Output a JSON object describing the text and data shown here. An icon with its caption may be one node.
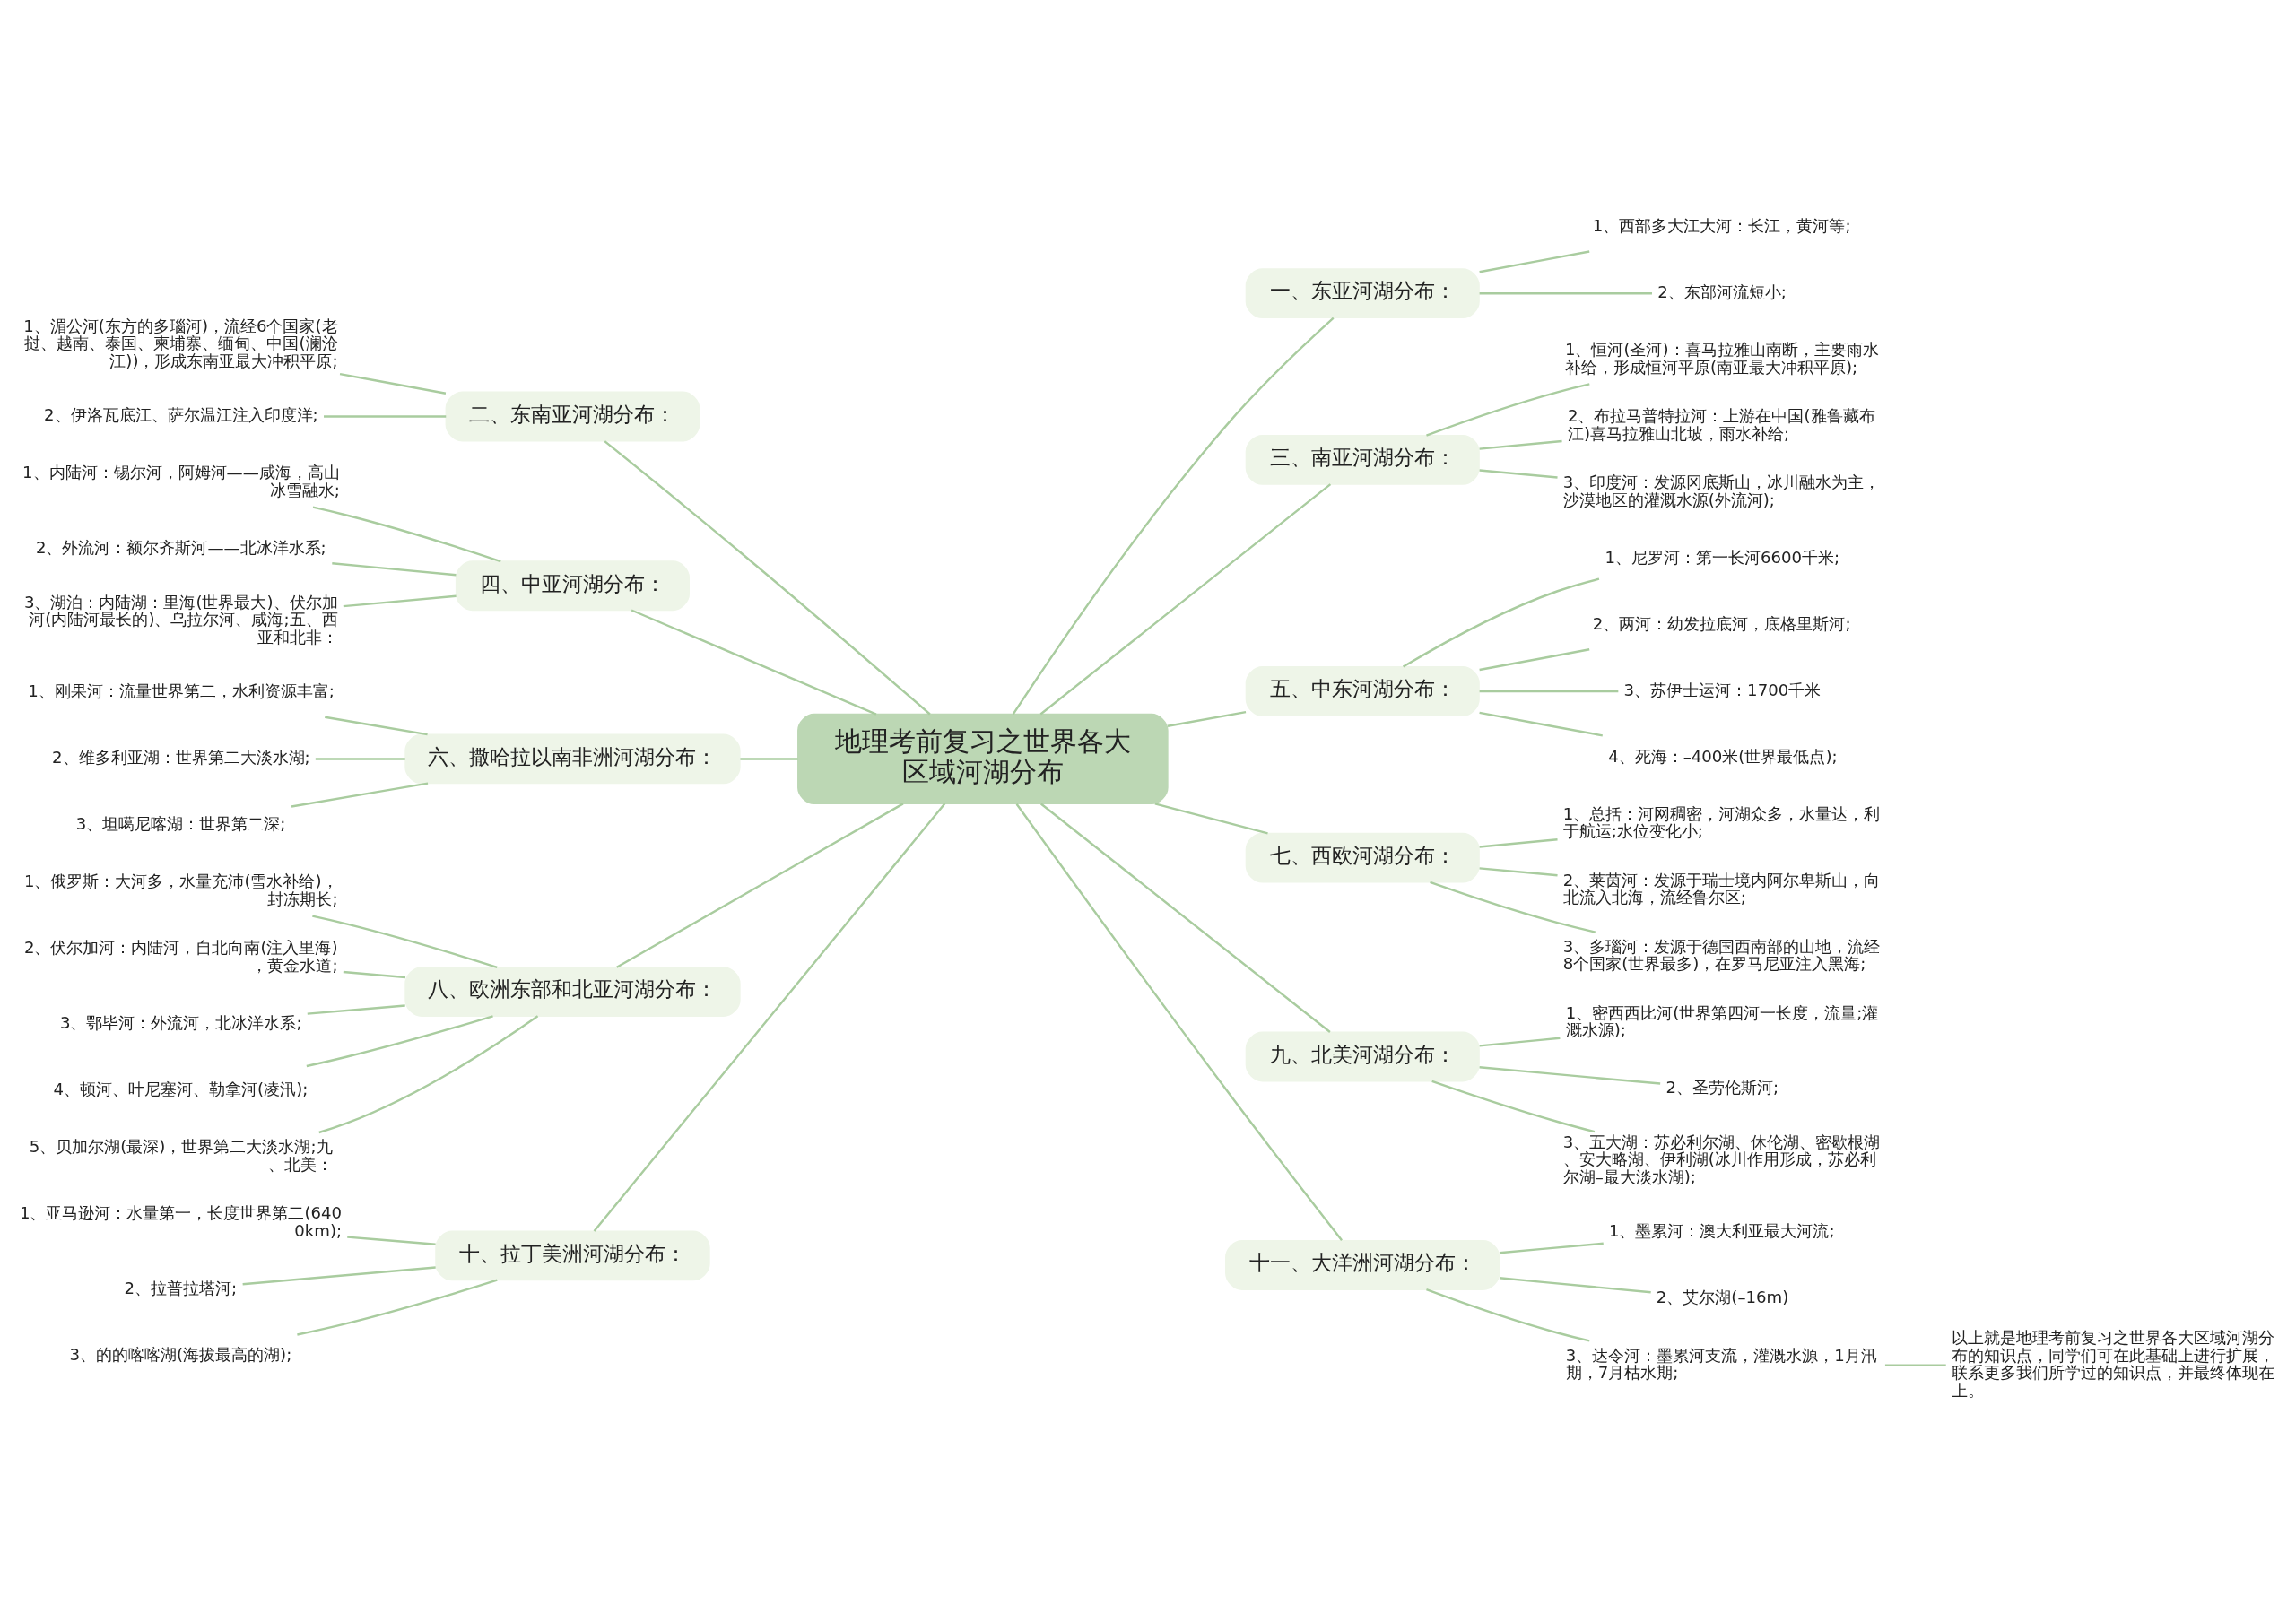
{
  "diagram": {
    "nodes": [
      {
        "text": [
          "地理考前复习之世界各大区域河湖分布"
        ]
      },
      {
        "text": [
          "一、东亚河湖分布："
        ]
      },
      {
        "text": [
          "1、西部多大江大河：长江，黄河等;"
        ]
      },
      {
        "text": [
          "2、东部河流短小;"
        ]
      },
      {
        "text": [
          "二、东南亚河湖分布："
        ]
      },
      {
        "text": [
          "1、湄公河(东方的多瑙河)，流经6个国家(老挝、越南、泰国、柬埔寨、缅甸、中国(澜沧江))，形成东南亚最大冲积平原;"
        ]
      },
      {
        "text": [
          "2、伊洛瓦底江、萨尔温江注入印度洋;"
        ]
      },
      {
        "text": [
          "三、南亚河湖分布："
        ]
      },
      {
        "text": [
          "1、恒河(圣河)：喜马拉雅山南断，主要雨水补给，形成恒河平原(南亚最大冲积平原);"
        ]
      },
      {
        "text": [
          "2、布拉马普特拉河：上游在中国(雅鲁藏布江)喜马拉雅山北坡，雨水补给;"
        ]
      },
      {
        "text": [
          "3、印度河：发源冈底斯山，冰川融水为主，沙漠地区的灌溉水源(外流河);"
        ]
      },
      {
        "text": [
          "四、中亚河湖分布："
        ]
      },
      {
        "text": [
          "1、内陆河：锡尔河，阿姆河——咸海，高山冰雪融水;"
        ]
      },
      {
        "text": [
          "2、外流河：额尔齐斯河——北冰洋水系;"
        ]
      },
      {
        "text": [
          "3、湖泊：内陆湖：里海(世界最大)、伏尔加河(内陆河最长的)、乌拉尔河、咸海;五、西亚和北非："
        ]
      },
      {
        "text": [
          "五、中东河湖分布："
        ]
      },
      {
        "text": [
          "1、尼罗河：第一长河6600千米;"
        ]
      },
      {
        "text": [
          "2、两河：幼发拉底河，底格里斯河;"
        ]
      },
      {
        "text": [
          "3、苏伊士运河：1700千米"
        ]
      },
      {
        "text": [
          "4、死海：–400米(世界最低点);"
        ]
      },
      {
        "text": [
          "六、撒哈拉以南非洲河湖分布："
        ]
      },
      {
        "text": [
          "1、刚果河：流量世界第二，水利资源丰富;"
        ]
      },
      {
        "text": [
          "2、维多利亚湖：世界第二大淡水湖;"
        ]
      },
      {
        "text": [
          "3、坦噶尼喀湖：世界第二深;"
        ]
      },
      {
        "text": [
          "七、西欧河湖分布："
        ]
      },
      {
        "text": [
          "1、总括：河网稠密，河湖众多，水量达，利于航运;水位变化小;"
        ]
      },
      {
        "text": [
          "2、莱茵河：发源于瑞士境内阿尔卑斯山，向北流入北海，流经鲁尔区;"
        ]
      },
      {
        "text": [
          "3、多瑙河：发源于德国西南部的山地，流经8个国家(世界最多)，在罗马尼亚注入黑海;"
        ]
      },
      {
        "text": [
          "八、欧洲东部和北亚河湖分布："
        ]
      },
      {
        "text": [
          "1、俄罗斯：大河多，水量充沛(雪水补给)，封冻期长;"
        ]
      },
      {
        "text": [
          "2、伏尔加河：内陆河，自北向南(注入里海)，黄金水道;"
        ]
      },
      {
        "text": [
          "3、鄂毕河：外流河，北冰洋水系;"
        ]
      },
      {
        "text": [
          "4、顿河、叶尼塞河、勒拿河(凌汛);"
        ]
      },
      {
        "text": [
          "5、贝加尔湖(最深)，世界第二大淡水湖;九、北美："
        ]
      },
      {
        "text": [
          "九、北美河湖分布："
        ]
      },
      {
        "text": [
          "1、密西西比河(世界第四河一长度，流量;灌溉水源);"
        ]
      },
      {
        "text": [
          "2、圣劳伦斯河;"
        ]
      },
      {
        "text": [
          "3、五大湖：苏必利尔湖、休伦湖、密歇根湖、安大略湖、伊利湖(冰川作用形成，苏必利尔湖–最大淡水湖);"
        ]
      },
      {
        "text": [
          "十、拉丁美洲河湖分布："
        ]
      },
      {
        "text": [
          "1、亚马逊河：水量第一，长度世界第二(6400km);"
        ]
      },
      {
        "text": [
          "2、拉普拉塔河;"
        ]
      },
      {
        "text": [
          "3、的的喀喀湖(海拔最高的湖);"
        ]
      },
      {
        "text": [
          "十一、大洋洲河湖分布："
        ]
      },
      {
        "text": [
          "1、墨累河：澳大利亚最大河流;"
        ]
      },
      {
        "text": [
          "2、艾尔湖(–16m)"
        ]
      },
      {
        "text": [
          "3、达令河：墨累河支流，灌溉水源，1月汛期，7月枯水期;"
        ]
      },
      {
        "text": [
          "以上就是地理考前复习之世界各大区域河湖分布的知识点，同学们可在此基础上进行扩展，联系更多我们所学过的知识点，并最终体现在上。"
        ]
      }
    ],
    "edges": [
      {
        "from": 0,
        "to": 1,
        "arrow": "none"
      },
      {
        "from": 1,
        "to": 2,
        "arrow": "none"
      },
      {
        "from": 1,
        "to": 3,
        "arrow": "none"
      },
      {
        "from": 0,
        "to": 4,
        "arrow": "none"
      },
      {
        "from": 4,
        "to": 5,
        "arrow": "none"
      },
      {
        "from": 4,
        "to": 6,
        "arrow": "none"
      },
      {
        "from": 0,
        "to": 7,
        "arrow": "none"
      },
      {
        "from": 7,
        "to": 8,
        "arrow": "none"
      },
      {
        "from": 7,
        "to": 9,
        "arrow": "none"
      },
      {
        "from": 7,
        "to": 10,
        "arrow": "none"
      },
      {
        "from": 0,
        "to": 11,
        "arrow": "none"
      },
      {
        "from": 11,
        "to": 12,
        "arrow": "none"
      },
      {
        "from": 11,
        "to": 13,
        "arrow": "none"
      },
      {
        "from": 11,
        "to": 14,
        "arrow": "none"
      },
      {
        "from": 0,
        "to": 15,
        "arrow": "none"
      },
      {
        "from": 15,
        "to": 16,
        "arrow": "none"
      },
      {
        "from": 15,
        "to": 17,
        "arrow": "none"
      },
      {
        "from": 15,
        "to": 18,
        "arrow": "none"
      },
      {
        "from": 15,
        "to": 19,
        "arrow": "none"
      },
      {
        "from": 0,
        "to": 20,
        "arrow": "none"
      },
      {
        "from": 20,
        "to": 21,
        "arrow": "none"
      },
      {
        "from": 20,
        "to": 22,
        "arrow": "none"
      },
      {
        "from": 20,
        "to": 23,
        "arrow": "none"
      },
      {
        "from": 0,
        "to": 24,
        "arrow": "none"
      },
      {
        "from": 24,
        "to": 25,
        "arrow": "none"
      },
      {
        "from": 24,
        "to": 26,
        "arrow": "none"
      },
      {
        "from": 24,
        "to": 27,
        "arrow": "none"
      },
      {
        "from": 0,
        "to": 28,
        "arrow": "none"
      },
      {
        "from": 28,
        "to": 29,
        "arrow": "none"
      },
      {
        "from": 28,
        "to": 30,
        "arrow": "none"
      },
      {
        "from": 28,
        "to": 31,
        "arrow": "none"
      },
      {
        "from": 28,
        "to": 32,
        "arrow": "none"
      },
      {
        "from": 28,
        "to": 33,
        "arrow": "none"
      },
      {
        "from": 0,
        "to": 34,
        "arrow": "none"
      },
      {
        "from": 34,
        "to": 35,
        "arrow": "none"
      },
      {
        "from": 34,
        "to": 36,
        "arrow": "none"
      },
      {
        "from": 34,
        "to": 37,
        "arrow": "none"
      },
      {
        "from": 0,
        "to": 38,
        "arrow": "none"
      },
      {
        "from": 38,
        "to": 39,
        "arrow": "none"
      },
      {
        "from": 38,
        "to": 40,
        "arrow": "none"
      },
      {
        "from": 38,
        "to": 41,
        "arrow": "none"
      },
      {
        "from": 0,
        "to": 42,
        "arrow": "none"
      },
      {
        "from": 42,
        "to": 43,
        "arrow": "none"
      },
      {
        "from": 42,
        "to": 44,
        "arrow": "none"
      },
      {
        "from": 42,
        "to": 45,
        "arrow": "none"
      },
      {
        "from": 45,
        "to": 46,
        "arrow": "none"
      }
    ]
  }
}
